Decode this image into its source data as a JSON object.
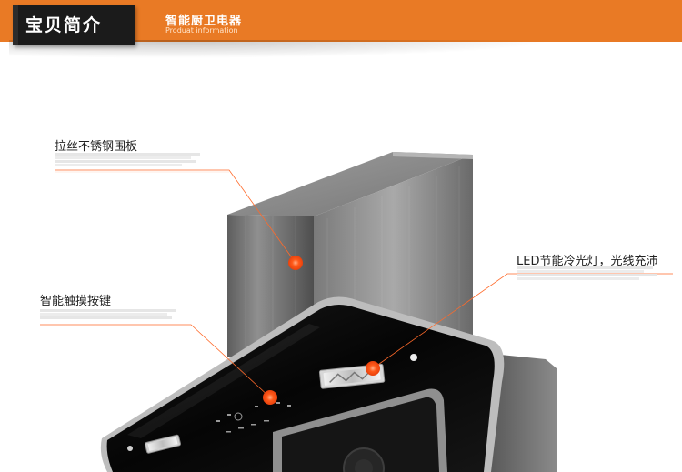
{
  "header": {
    "title": "宝贝简介",
    "subtitle_cn": "智能厨卫电器",
    "subtitle_en": "Produat information"
  },
  "callouts": {
    "panel": {
      "title": "拉丝不锈钢围板"
    },
    "touch": {
      "title": "智能触摸按键"
    },
    "led": {
      "title": "LED节能冷光灯，光线充沛"
    }
  },
  "colors": {
    "accent": "#e97a25",
    "title_box": "#1b1b1b",
    "marker": "#ff5a1a"
  },
  "icons": [
    "marker-dot-icon"
  ]
}
